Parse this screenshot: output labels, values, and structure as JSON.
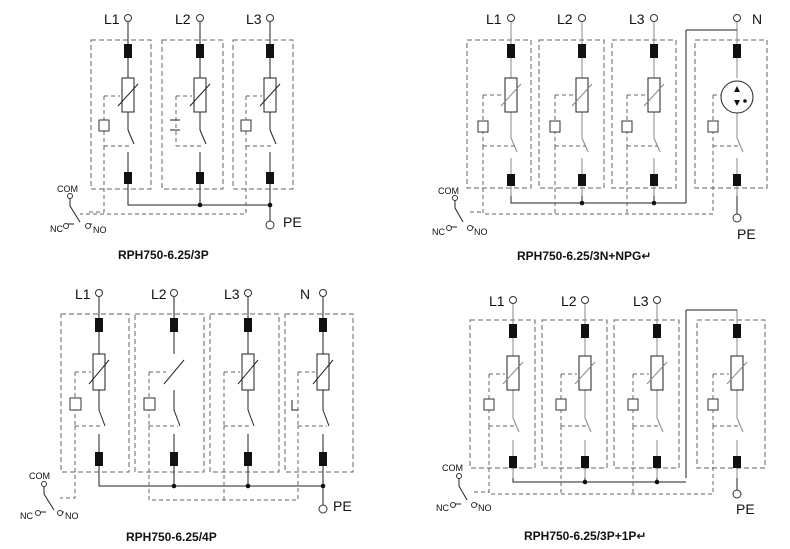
{
  "diagrams": [
    {
      "id": "d1",
      "caption": "RPH750-6.25/3P",
      "poles": [
        "L1",
        "L2",
        "L3"
      ],
      "pe": "PE",
      "relay": {
        "com": "COM",
        "nc": "NC",
        "no": "NO"
      }
    },
    {
      "id": "d2",
      "caption": "RPH750-6.25/3N+NPG↵",
      "poles": [
        "L1",
        "L2",
        "L3",
        "N"
      ],
      "pe": "PE",
      "relay": {
        "com": "COM",
        "nc": "NC",
        "no": "NO"
      }
    },
    {
      "id": "d3",
      "caption": "RPH750-6.25/4P",
      "poles": [
        "L1",
        "L2",
        "L3",
        "N"
      ],
      "pe": "PE",
      "relay": {
        "com": "COM",
        "nc": "NC",
        "no": "NO"
      }
    },
    {
      "id": "d4",
      "caption": "RPH750-6.25/3P+1P↵",
      "poles": [
        "L1",
        "L2",
        "L3"
      ],
      "pe": "PE",
      "relay": {
        "com": "COM",
        "nc": "NC",
        "no": "NO"
      }
    }
  ]
}
